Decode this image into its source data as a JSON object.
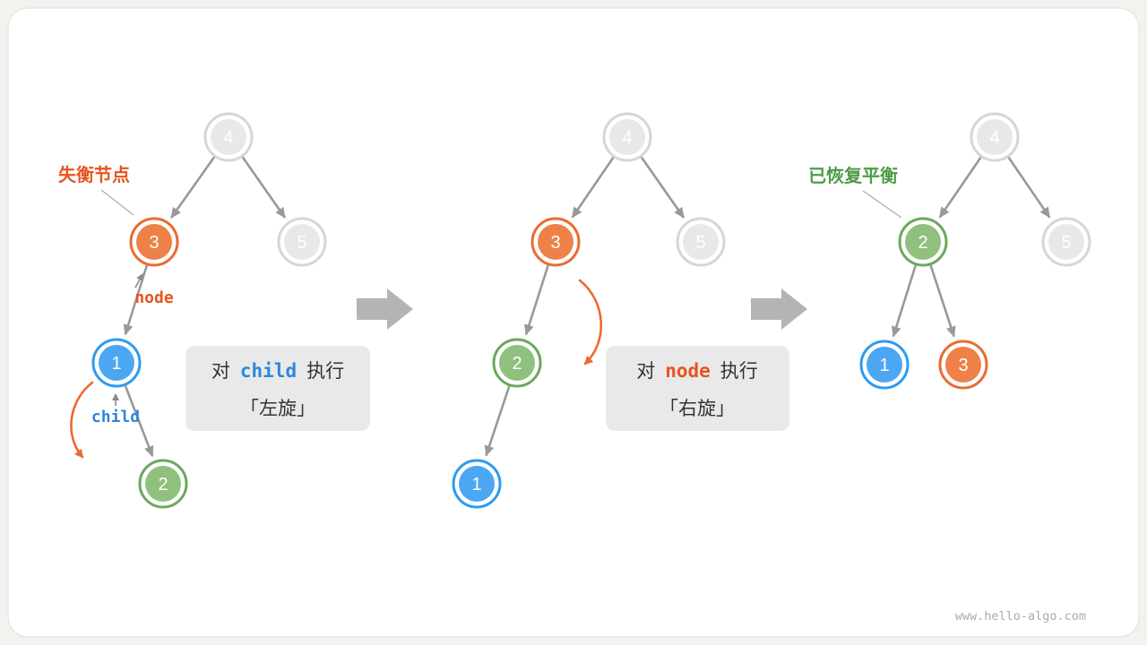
{
  "watermark": "www.hello-algo.com",
  "annotations": {
    "unbalanced": "失衡节点",
    "rebalanced": "已恢复平衡",
    "node_label": "node",
    "child_label": "child"
  },
  "captions": {
    "left": {
      "prefix": "对",
      "keyword": "child",
      "suffix": "执行",
      "action": "「左旋」"
    },
    "right": {
      "prefix": "对",
      "keyword": "node",
      "suffix": "执行",
      "action": "「右旋」"
    }
  },
  "colors": {
    "orange_ring": "#EB6B30",
    "orange_fill": "#EE8148",
    "blue_ring": "#2D9BF0",
    "blue_fill": "#4CA7F2",
    "green_ring": "#6CA85D",
    "green_fill": "#8FC07D",
    "gray_ring": "#D6D6D6",
    "gray_fill": "#E8E8E8",
    "edge": "#999999",
    "rotation_arrow": "#ED6A2E",
    "unbalanced_text": "#E8531E",
    "rebalanced_text": "#4E9B47",
    "keyword_blue": "#2E86DE",
    "keyword_orange": "#E8531E",
    "step_arrow": "#B4B4B4",
    "caption_box": "#E9E9E9"
  },
  "trees": {
    "step1": {
      "a": "4",
      "b": "3",
      "c": "5",
      "d": "1",
      "e": "2"
    },
    "step2": {
      "a": "4",
      "b": "3",
      "c": "5",
      "d": "2",
      "e": "1"
    },
    "step3": {
      "a": "4",
      "b": "2",
      "c": "5",
      "d": "1",
      "e": "3"
    }
  }
}
